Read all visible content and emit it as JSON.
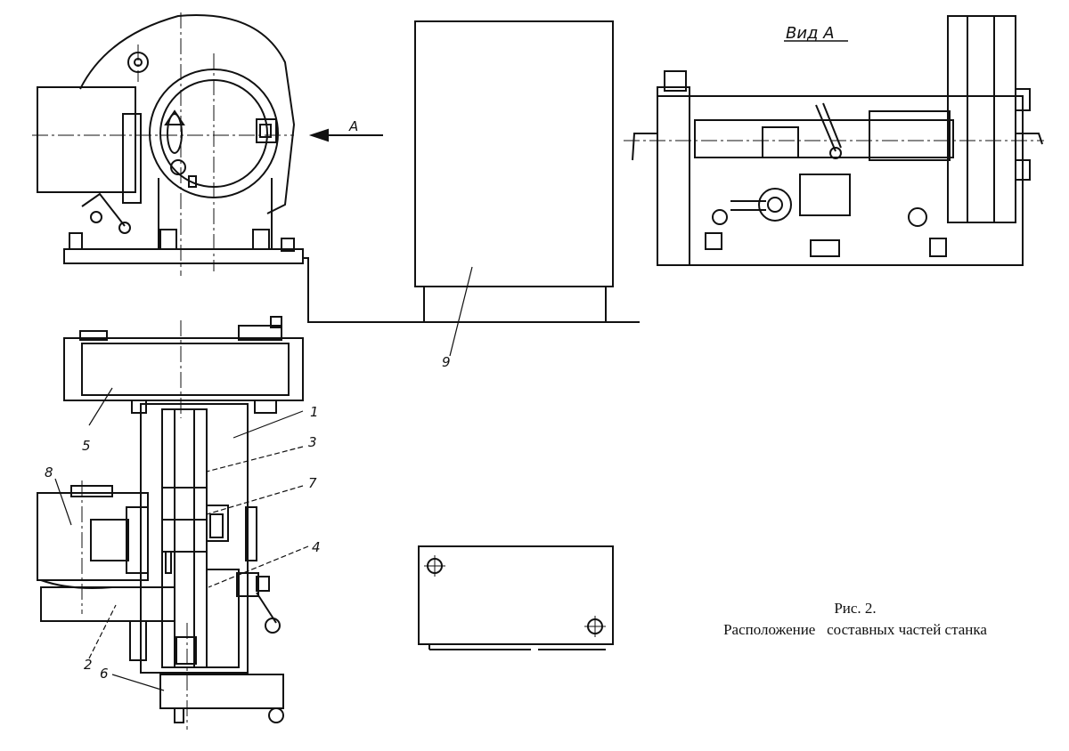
{
  "view_label": "Вид А",
  "arrow_label": "А",
  "part_numbers": [
    "1",
    "2",
    "3",
    "4",
    "5",
    "6",
    "7",
    "8",
    "9"
  ],
  "caption": {
    "figure": "Рис. 2.",
    "text": "Расположение   составных частей станка"
  }
}
